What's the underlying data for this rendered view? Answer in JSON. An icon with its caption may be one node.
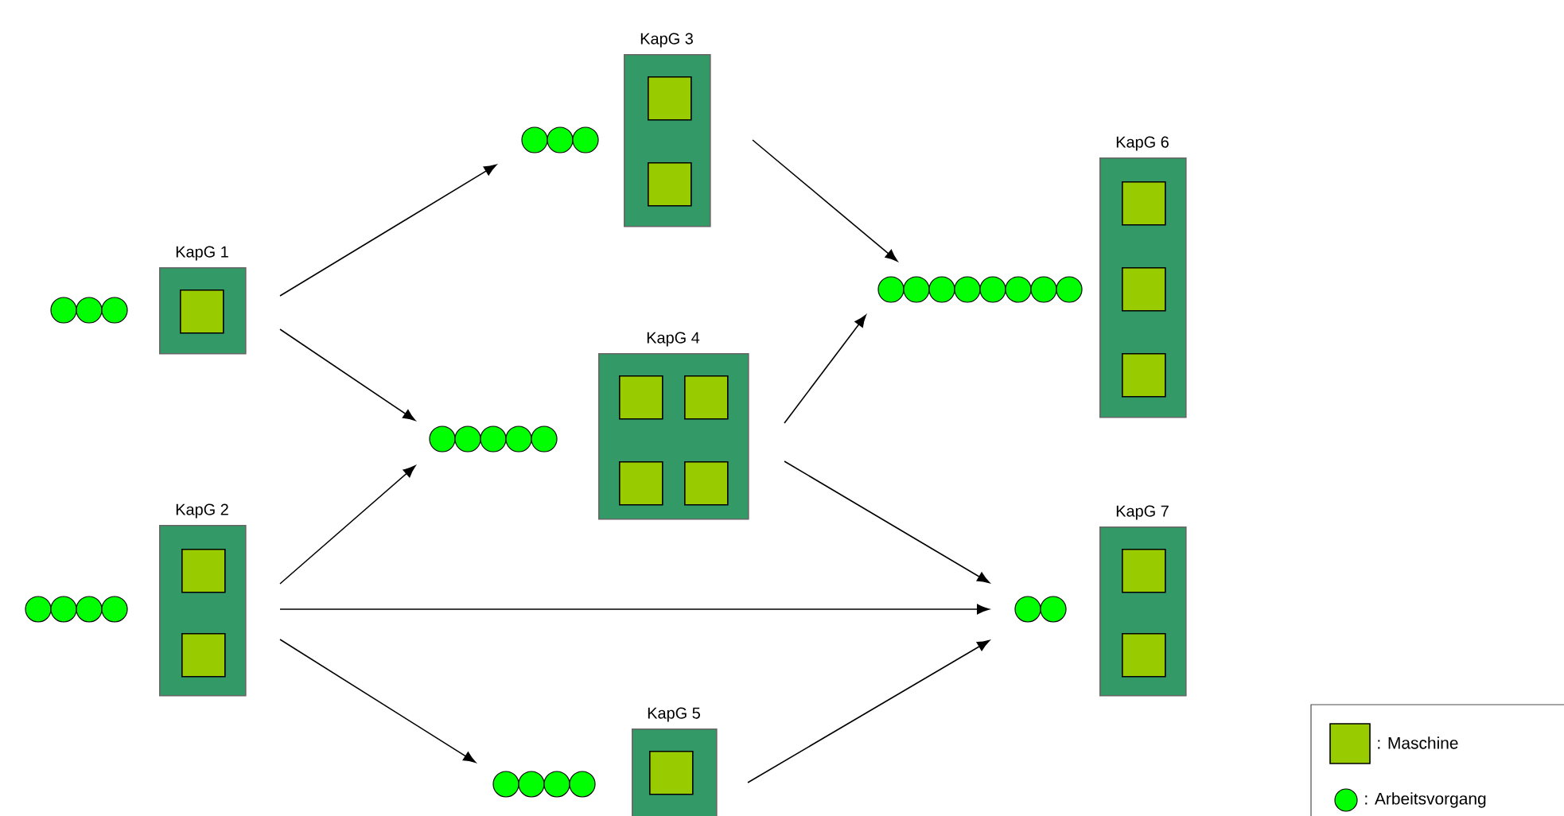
{
  "diagram": {
    "nodes": [
      {
        "text": [
          "KapG 1"
        ]
      },
      {
        "text": [],
        "shape": "box",
        "in": 0
      },
      {
        "text": [],
        "shape": "circle"
      },
      {
        "text": [
          "KapG 2"
        ]
      },
      {
        "text": [],
        "shape": "box",
        "in": 3
      },
      {
        "text": [],
        "shape": "box",
        "in": 3
      },
      {
        "text": [],
        "shape": "circle"
      },
      {
        "text": [
          "KapG 3"
        ]
      },
      {
        "text": [],
        "shape": "box",
        "in": 7
      },
      {
        "text": [],
        "shape": "box",
        "in": 7
      },
      {
        "text": [],
        "shape": "circle"
      },
      {
        "text": [
          "KapG 4"
        ]
      },
      {
        "text": [],
        "shape": "box",
        "in": 11
      },
      {
        "text": [],
        "shape": "box",
        "in": 11
      },
      {
        "text": [],
        "shape": "box",
        "in": 11
      },
      {
        "text": [],
        "shape": "box",
        "in": 11
      },
      {
        "text": [],
        "shape": "circle"
      },
      {
        "text": [
          "KapG 5"
        ]
      },
      {
        "text": [],
        "shape": "box",
        "in": 17
      },
      {
        "text": [],
        "shape": "circle"
      },
      {
        "text": [
          "KapG 6"
        ]
      },
      {
        "text": [],
        "shape": "box",
        "in": 20
      },
      {
        "text": [],
        "shape": "box",
        "in": 20
      },
      {
        "text": [],
        "shape": "box",
        "in": 20
      },
      {
        "text": [],
        "shape": "circle"
      },
      {
        "text": [
          "KapG 7"
        ]
      },
      {
        "text": [],
        "shape": "box",
        "in": 25
      },
      {
        "text": [],
        "shape": "box",
        "in": 25
      },
      {
        "text": [],
        "shape": "circle"
      }
    ],
    "edges": [
      {
        "from": 0,
        "to": 10,
        "arrow": "to"
      },
      {
        "from": 0,
        "to": 16,
        "arrow": "to"
      },
      {
        "from": 3,
        "to": 16,
        "arrow": "to"
      },
      {
        "from": 3,
        "to": 28,
        "arrow": "to"
      },
      {
        "from": 3,
        "to": 19,
        "arrow": "to"
      },
      {
        "from": 7,
        "to": 24,
        "arrow": "to"
      },
      {
        "from": 11,
        "to": 24,
        "arrow": "to"
      },
      {
        "from": 11,
        "to": 28,
        "arrow": "to"
      },
      {
        "from": 17,
        "to": 28,
        "arrow": "to"
      }
    ],
    "legend": [
      {
        "text": ": Maschine",
        "color": "#99cc00"
      },
      {
        "text": ": Arbeitsvorgang",
        "color": "#00ff00"
      }
    ]
  }
}
